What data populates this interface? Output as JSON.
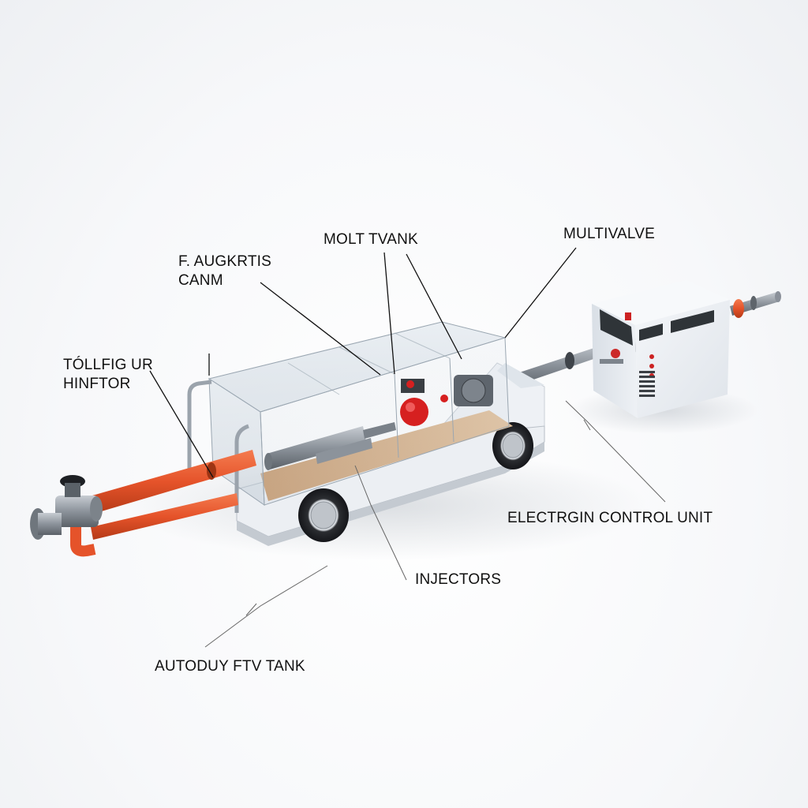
{
  "labels": {
    "faugkrtis_line1": "F. AUGKRTIS",
    "faugkrtis_line2": "CANM",
    "molt_tvank": "MOLT TVANK",
    "multivalve": "MULTIVALVE",
    "tollfig_line1": "TÓLLFIG UR",
    "tollfig_line2": "HINFTOR",
    "electrgin_control_unit": "ELECTRGIN CONTROL UNIT",
    "injectors": "INJECTORS",
    "autoduy_tank": "AUTODUY FTV TANK"
  },
  "colors": {
    "pipe_orange": "#e5532a",
    "vehicle_white": "#f1f3f6",
    "glass": "#c9d4de",
    "floor_wood": "#d8b58e",
    "component_red": "#d62020",
    "steel": "#8a9099",
    "cabinet": "#eef1f5"
  }
}
